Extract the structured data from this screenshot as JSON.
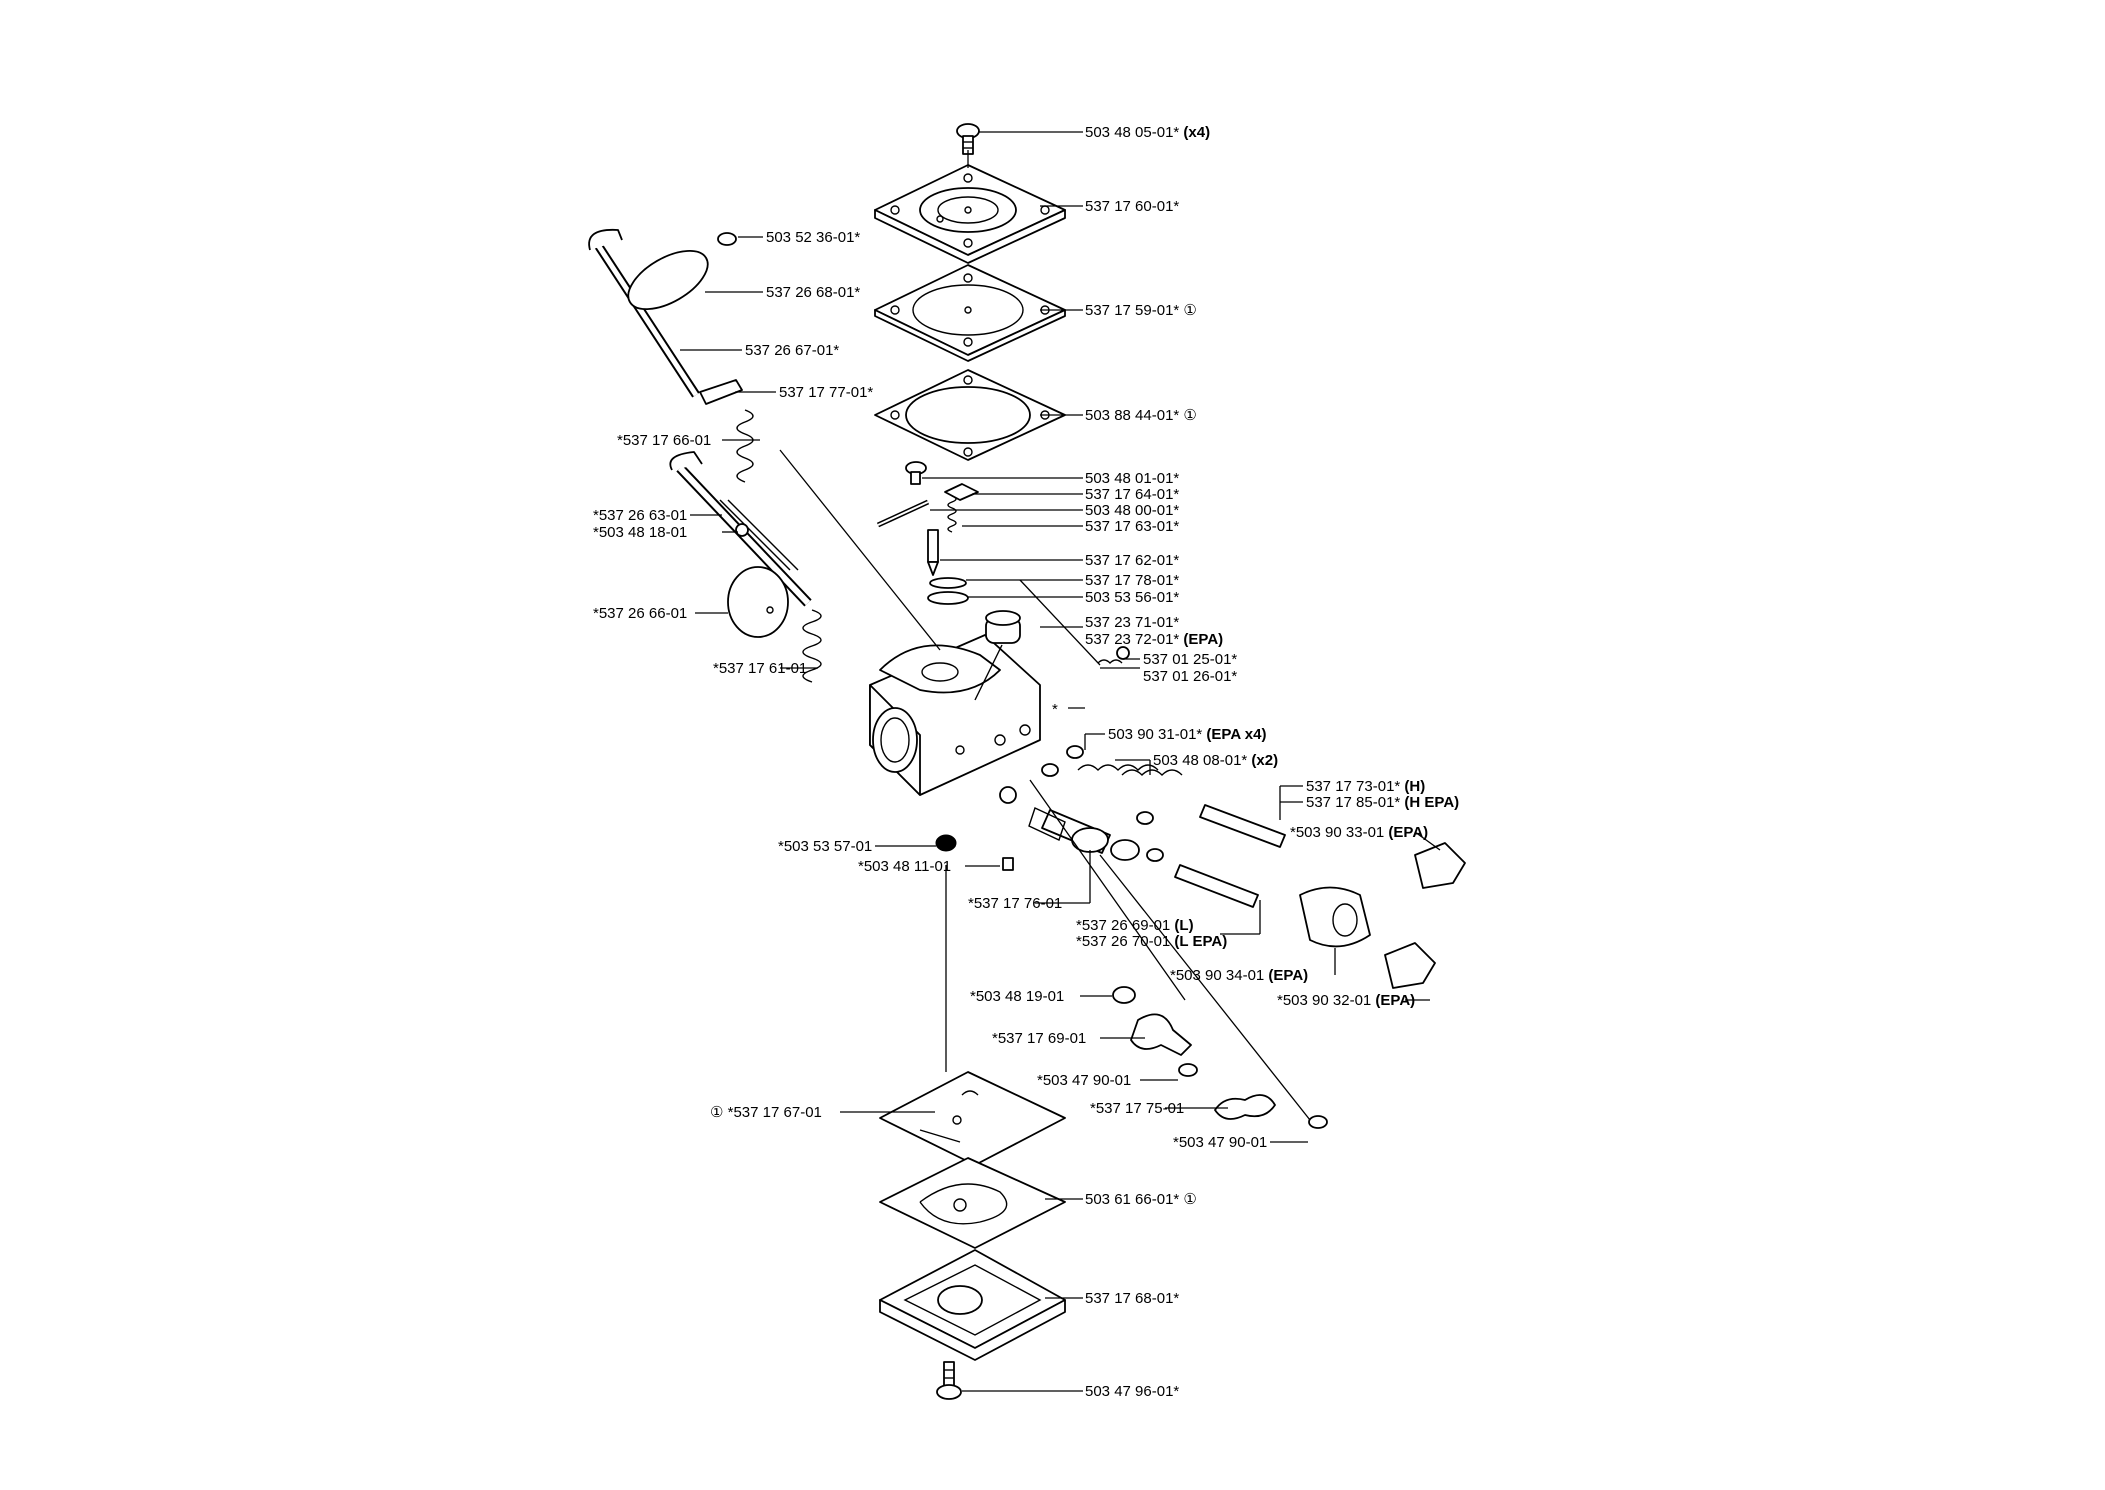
{
  "labels": {
    "l01": "503 48 05-01*",
    "l01b": "(x4)",
    "l02": "537 17 60-01*",
    "l03": "503 52 36-01*",
    "l04": "537 26 68-01*",
    "l05": "537 17 59-01*",
    "l06": "537 26 67-01*",
    "l07": "537 17 77-01*",
    "l08": "503 88 44-01*",
    "l09": "*537 17 66-01",
    "l10": "503 48 01-01*",
    "l11": "537 17 64-01*",
    "l12": "*537 26 63-01",
    "l13": "503 48 00-01*",
    "l14": "*503 48 18-01",
    "l15": "537 17 63-01*",
    "l16": "537 17 62-01*",
    "l17": "537 17 78-01*",
    "l18": "503 53 56-01*",
    "l19": "*537 26 66-01",
    "l20": "537 23 71-01*",
    "l21": "537 23 72-01*",
    "l21b": "(EPA)",
    "l22": "537 01 25-01*",
    "l23": "*537 17 61-01",
    "l24": "537 01 26-01*",
    "l25": "*",
    "l26": "503 90 31-01*",
    "l26b": "(EPA x4)",
    "l27": "503 48 08-01*",
    "l27b": "(x2)",
    "l28": "537 17 73-01*",
    "l28b": "(H)",
    "l29": "537 17 85-01*",
    "l29b": "(H EPA)",
    "l30": "*503 90 33-01",
    "l30b": "(EPA)",
    "l31": "*503 53 57-01",
    "l32": "*503 48 11-01",
    "l33": "*537 17 76-01",
    "l34": "*537 26 69-01",
    "l34b": "(L)",
    "l35": "*537 26 70-01",
    "l35b": "(L EPA)",
    "l36": "*503 90 34-01",
    "l36b": "(EPA)",
    "l37": "*503 90 32-01",
    "l37b": "(EPA)",
    "l38": "*503 48 19-01",
    "l39": "*537 17 69-01",
    "l40": "*503 47 90-01",
    "l41": "*537 17 75-01",
    "l42": "*503 47 90-01",
    "l43": "*537 17 67-01",
    "l44": "503 61 66-01*",
    "l45": "537 17 68-01*",
    "l46": "503 47 96-01*",
    "circled_one": "①"
  }
}
